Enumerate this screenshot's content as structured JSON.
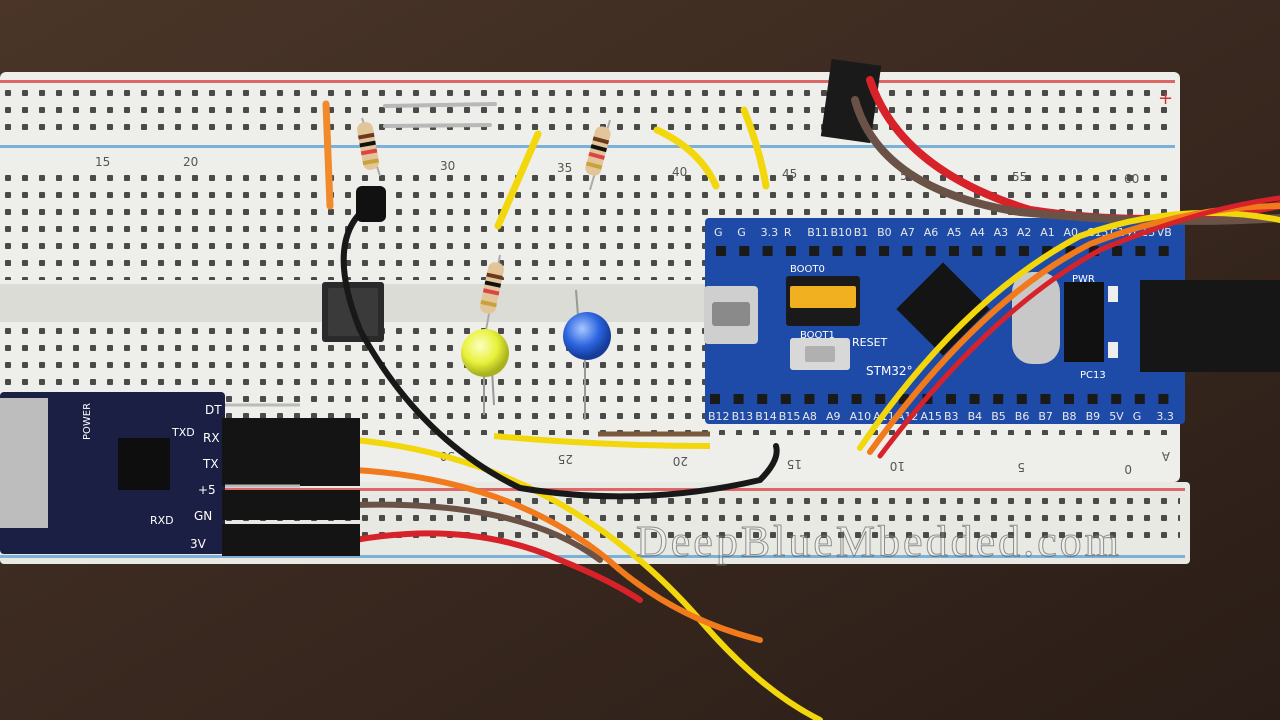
{
  "image": {
    "watermark": "DeepBlueMbedded.com"
  },
  "breadboard": {
    "column_numbers_top": [
      "15",
      "20",
      "30",
      "35",
      "40",
      "45",
      "50",
      "55",
      "60"
    ],
    "column_numbers_bottom": [
      "30",
      "25",
      "20",
      "15",
      "10",
      "5",
      "0"
    ],
    "rail_plus": "+",
    "row_letter": "A"
  },
  "stm32_board": {
    "top_pins": [
      "G",
      "G",
      "3.3",
      "R",
      "B11",
      "B10",
      "B1",
      "B0",
      "A7",
      "A6",
      "A5",
      "A4",
      "A3",
      "A2",
      "A1",
      "A0",
      "C15",
      "C14",
      "C13",
      "VB"
    ],
    "bottom_pins": [
      "B12",
      "B13",
      "B14",
      "B15",
      "A8",
      "A9",
      "A10",
      "A11",
      "A12",
      "A15",
      "B3",
      "B4",
      "B5",
      "B6",
      "B7",
      "B8",
      "B9",
      "5V",
      "G",
      "3.3"
    ],
    "boot0_label": "BOOT0",
    "boot1_label": "BOOT1",
    "reset_label": "RESET",
    "brand_label": "STM32°",
    "pwr_label": "PWR",
    "pc13_label": "PC13"
  },
  "usb_ttl_module": {
    "pins": [
      "DT",
      "RX",
      "TX",
      "+5",
      "GN",
      "3V"
    ],
    "txd_label": "TXD",
    "rxd_label": "RXD",
    "power_label": "POWER"
  },
  "colors": {
    "wire_yellow": "#f2d70c",
    "wire_orange": "#f07a1c",
    "wire_red": "#d8222a",
    "wire_brown": "#6b5246",
    "wire_black": "#181818",
    "board_blue": "#1f4ba8",
    "module_navy": "#1c1f44",
    "breadboard": "#eeeeea",
    "led_yellow": "#e8f23a",
    "led_blue": "#2c64e0"
  }
}
